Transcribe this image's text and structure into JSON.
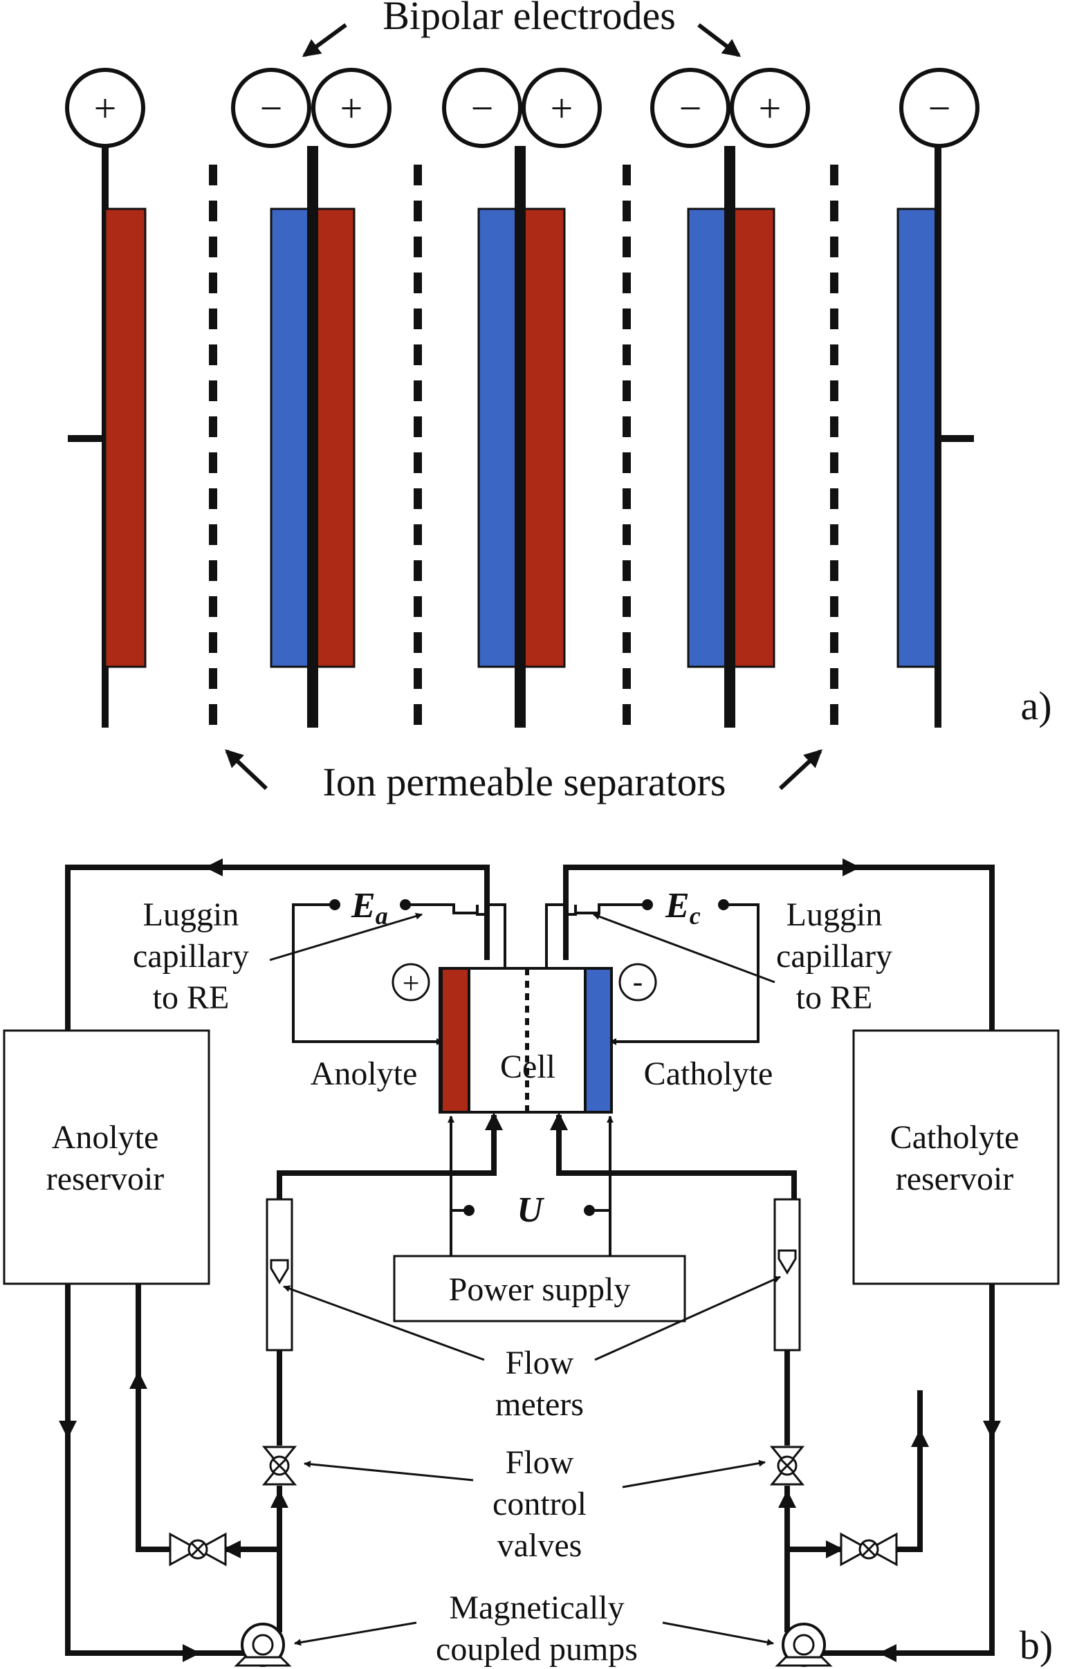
{
  "colors": {
    "anode_red": "#ad2a17",
    "cathode_blue": "#3b66c4",
    "line": "#111111"
  },
  "panel_a": {
    "title_bipolar": "Bipolar electrodes",
    "separators_label": "Ion permeable separators",
    "panel_label": "a)",
    "terminals": {
      "left_positive": "+",
      "bipolar1_negative": "−",
      "bipolar1_positive": "+",
      "bipolar2_negative": "−",
      "bipolar2_positive": "+",
      "bipolar3_negative": "−",
      "bipolar3_positive": "+",
      "right_negative": "−"
    }
  },
  "panel_b": {
    "panel_label": "b)",
    "ea_symbol": "E",
    "ea_sub": "a",
    "ec_symbol": "E",
    "ec_sub": "c",
    "u_symbol": "U",
    "plus_sign": "+",
    "minus_sign": "-",
    "luggin_left": [
      "Luggin",
      "capillary",
      "to RE"
    ],
    "luggin_right": [
      "Luggin",
      "capillary",
      "to RE"
    ],
    "anolyte": "Anolyte",
    "cell": "Cell",
    "catholyte": "Catholyte",
    "anolyte_reservoir": [
      "Anolyte",
      "reservoir"
    ],
    "catholyte_reservoir": [
      "Catholyte",
      "reservoir"
    ],
    "power_supply": "Power supply",
    "flow_meters": [
      "Flow",
      "meters"
    ],
    "flow_control_valves": [
      "Flow",
      "control",
      "valves"
    ],
    "pumps": [
      "Magnetically",
      "coupled pumps"
    ]
  }
}
